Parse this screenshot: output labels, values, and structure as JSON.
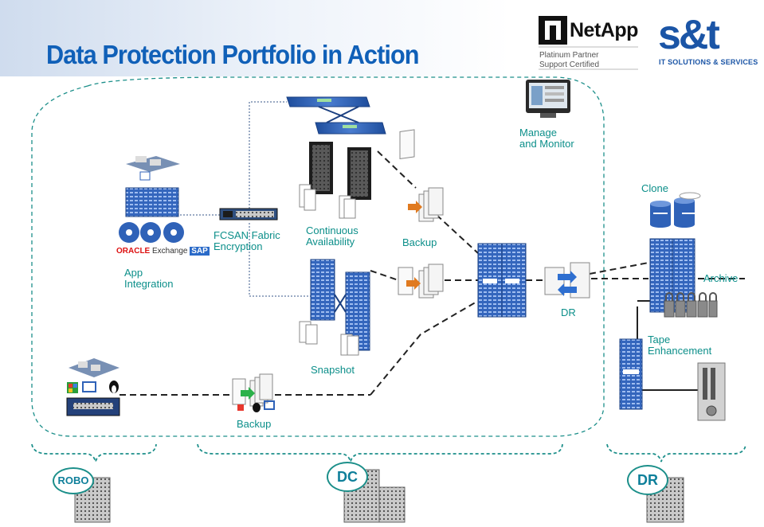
{
  "title": "Data Protection Portfolio in Action",
  "logos": {
    "netapp": "NetApp",
    "partner_lines": [
      "Platinum Partner",
      "Support Certified"
    ],
    "st_brand": "s&t",
    "st_tagline": "IT SOLUTIONS & SERVICES"
  },
  "labels": {
    "manage": [
      "Manage",
      "and Monitor"
    ],
    "clone": "Clone",
    "fcsan": [
      "FCSAN Fabric",
      "Encryption"
    ],
    "continuous": [
      "Continuous",
      "Availability"
    ],
    "backup_top": "Backup",
    "app_integration": [
      "App",
      "Integration"
    ],
    "archive": "Archive",
    "dr_mid": "DR",
    "tape": [
      "Tape",
      "Enhancement"
    ],
    "snapshot": "Snapshot",
    "backup_bottom": "Backup"
  },
  "app_logos": [
    "ORACLE",
    "Exchange",
    "SAP"
  ],
  "sites": {
    "robo": "ROBO",
    "dc": "DC",
    "dr": "DR"
  },
  "colors": {
    "title": "#1060b8",
    "label": "#0c8f8a",
    "storage": "#2f62b8",
    "link": "#2a2a2a",
    "boundary": "#1c8f8a"
  }
}
